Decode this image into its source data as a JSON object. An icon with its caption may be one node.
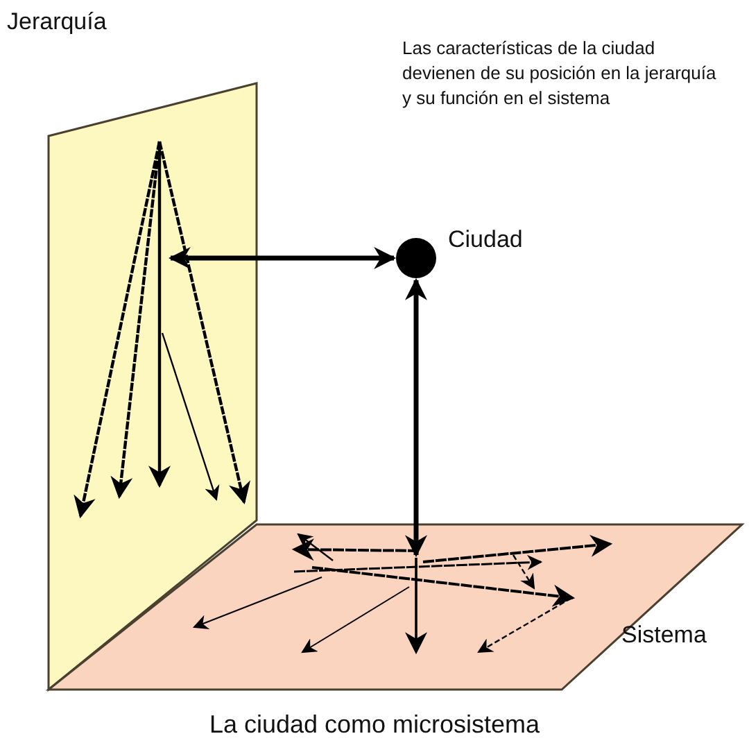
{
  "diagram": {
    "caption": "La ciudad como microsistema",
    "nodes": [
      {
        "text": [
          "Jerarquía"
        ]
      },
      {
        "text": [
          "Sistema"
        ]
      },
      {
        "text": [],
        "shape": "circle",
        "beside": [
          "Ciudad"
        ]
      }
    ],
    "edges": [
      {
        "from": 2,
        "to": 0,
        "arrow": "both"
      },
      {
        "from": 2,
        "to": 1,
        "arrow": "both"
      }
    ],
    "labels": [
      "Las características de la ciudad devienen de su posición en la jerarquía y su función en el sistema"
    ]
  }
}
